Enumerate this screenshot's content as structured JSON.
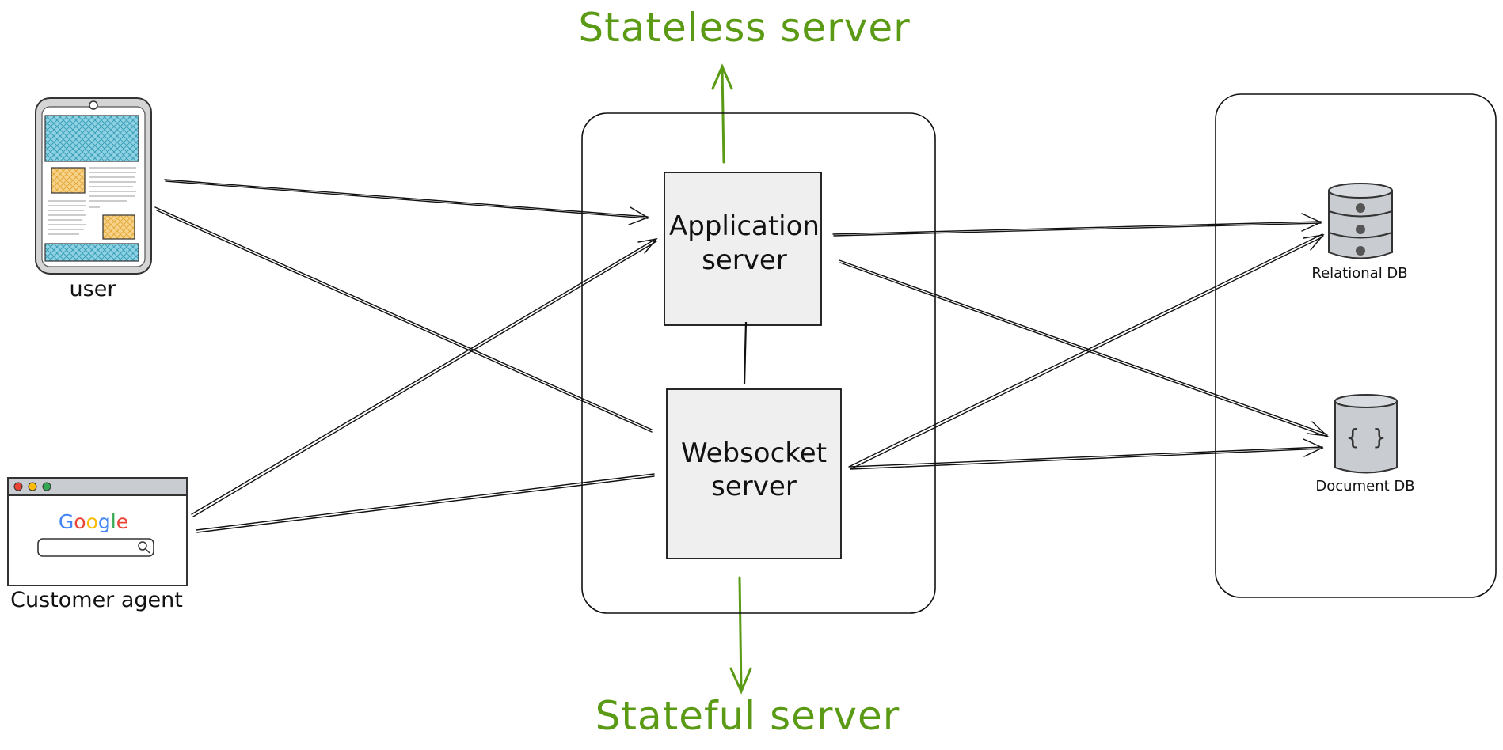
{
  "labels": {
    "stateless": "Stateless server",
    "stateful": "Stateful server",
    "app_server_line1": "Application",
    "app_server_line2": "server",
    "ws_server_line1": "Websocket",
    "ws_server_line2": "server",
    "user": "user",
    "customer_agent": "Customer agent",
    "relational_db": "Relational DB",
    "document_db": "Document DB"
  },
  "browser": {
    "logo_letters": [
      "G",
      "o",
      "o",
      "g",
      "l",
      "e"
    ],
    "logo_colors": [
      "#4285f4",
      "#ea4335",
      "#fbbc05",
      "#4285f4",
      "#34a853",
      "#ea4335"
    ]
  },
  "document_db_icon": "{ }",
  "colors": {
    "accent_green": "#5a9a14",
    "box_fill": "#efefef",
    "db_fill": "#c9ccd1",
    "phone_screen": "#8fd2e3",
    "phone_card": "#f5c97a"
  },
  "icons": {
    "user": "mobile-phone-icon",
    "customer_agent": "browser-window-icon",
    "relational_db": "relational-database-icon",
    "document_db": "document-database-icon",
    "search": "search-icon"
  }
}
